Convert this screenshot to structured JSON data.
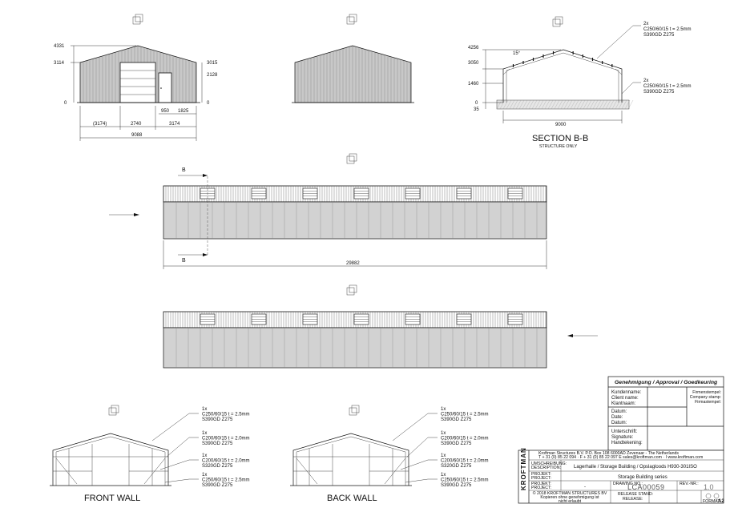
{
  "front_elev": {
    "dim_left": [
      "4331",
      "3114",
      "0"
    ],
    "dim_right": [
      "3015",
      "2128",
      "0"
    ],
    "dim_small": [
      "950",
      "1825"
    ],
    "dim_bottom": [
      "(3174)",
      "2740",
      "3174"
    ],
    "dim_total": "9088"
  },
  "section": {
    "title": "SECTION  B-B",
    "subtitle": "STRUCTURE ONLY",
    "dims_left": [
      "4256",
      "3050",
      "1460",
      "0",
      "35"
    ],
    "angle": "15°",
    "width": "9000",
    "note_top": [
      "2x",
      "C250/60/15 t = 2.5mm",
      "S390GD Z275"
    ],
    "note_bottom": [
      "2x",
      "C250/60/15 t = 2.5mm",
      "S390GD Z275"
    ]
  },
  "side": {
    "marker_top": "B",
    "marker_bottom": "B",
    "length": "29882"
  },
  "frames": {
    "front_title": "FRONT WALL",
    "back_title": "BACK WALL",
    "notes": [
      [
        "1x",
        "C250/60/15 t = 2.5mm",
        "S390GD Z275"
      ],
      [
        "1x",
        "C200/60/15 t = 2.0mm",
        "S390GD Z275"
      ],
      [
        "1x",
        "C200/60/15 t = 2.0mm",
        "S320GD Z275"
      ],
      [
        "1x",
        "C250/60/15 t = 2.5mm",
        "S390GD Z275"
      ]
    ]
  },
  "title_block": {
    "approval_header": "Genehmigung / Approval / Goedkeuring",
    "customer_labels": [
      "Kundenname:",
      "Client name:",
      "Klantnaam:"
    ],
    "stamp_labels": [
      "Firmenstempel:",
      "Company stamp:",
      "Firmastempel:"
    ],
    "date_labels": [
      "Datum:",
      "Date:",
      "Datum:"
    ],
    "signature_labels": [
      "Unterschrift:",
      "Signature:",
      "Handtekening:"
    ],
    "company_line1": "Kroftman Structures B.V. P.O. Box 108 6000AD Zevenaar - The Netherlands",
    "company_line2": "T + 31 (0) 85 22 094 · F + 31 (0) 85 22 097 E sales@kroftman.com · I www.kroftman.com",
    "logo": "KROFTMAN",
    "description_label": [
      "UMSCHREIBUNG:",
      "DESCRIPTION:"
    ],
    "description": "Lagerhalle / Storage Building / Opslagloods H930-301ISO",
    "project_label": [
      "PROJEKT:",
      "PROJECT:"
    ],
    "project": "Storage Building series",
    "project2_label": [
      "PROJEKT:",
      "PROJECT:"
    ],
    "project2": "-",
    "drawing_no_label": "DRAWING NO.:",
    "drawing_no": "LCA00059",
    "rev_label": "REV.-NR.:",
    "rev": "1.0",
    "copyright": [
      "© 2018 KROFTMAN STRUCTURES BV",
      "Kopieren ohne genehmigung ist",
      "nicht erlaubt"
    ],
    "release_label": [
      "RELEASE STAND:",
      "RELEASE:"
    ],
    "format_label": "FORMAT",
    "format": "A2"
  }
}
